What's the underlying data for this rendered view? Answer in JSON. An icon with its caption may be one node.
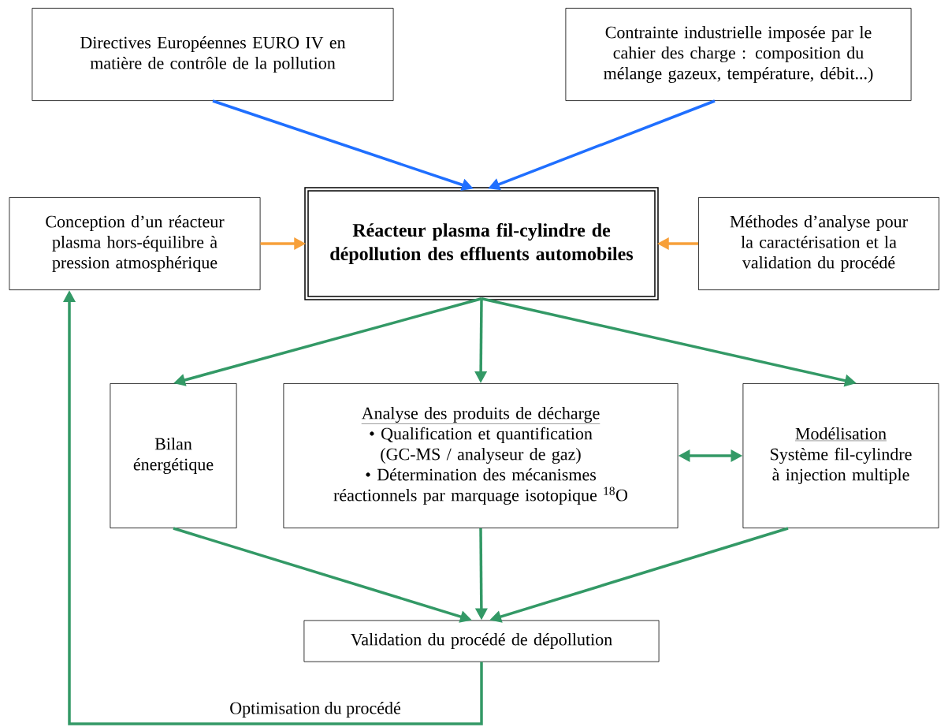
{
  "diagram": {
    "nodes": [
      {
        "text": [
          "Directives Européennes EURO IV en matière de contrôle de la pollution"
        ]
      },
      {
        "text": [
          "Contrainte industrielle imposée par le cahier des charge : composition du mélange gazeux, température, débit...)"
        ]
      },
      {
        "text": [
          "Réacteur plasma fil-cylindre de dépollution des effluents automobiles"
        ]
      },
      {
        "text": [
          "Conception d’un réacteur plasma hors-équilibre à pression atmosphérique"
        ]
      },
      {
        "text": [
          "Méthodes d’analyse pour la caractérisation et la validation du procédé"
        ]
      },
      {
        "text": [
          "Bilan énergétique"
        ]
      },
      {
        "text": [
          "Analyse des produits de décharge",
          "• Qualification et quantification (GC-MS / analyseur de gaz)",
          "• Détermination des mécanismes réactionnels par marquage isotopique $^{18}$O"
        ]
      },
      {
        "text": [
          "Modélisation",
          "Système fil-cylindre à injection multiple"
        ]
      },
      {
        "text": [
          "Validation du procédé de dépollution"
        ]
      }
    ],
    "edges": [
      {
        "from": 0,
        "to": 2,
        "arrow": "to",
        "color": "#1f6fff"
      },
      {
        "from": 1,
        "to": 2,
        "arrow": "to",
        "color": "#1f6fff"
      },
      {
        "from": 3,
        "to": 2,
        "arrow": "to",
        "color": "#f7a03a"
      },
      {
        "from": 4,
        "to": 2,
        "arrow": "to",
        "color": "#f7a03a"
      },
      {
        "from": 2,
        "to": 5,
        "arrow": "to"
      },
      {
        "from": 2,
        "to": 6,
        "arrow": "to"
      },
      {
        "from": 2,
        "to": 7,
        "arrow": "to"
      },
      {
        "from": 6,
        "to": 7,
        "arrow": "both"
      },
      {
        "from": 5,
        "to": 8,
        "arrow": "to"
      },
      {
        "from": 6,
        "to": 8,
        "arrow": "to"
      },
      {
        "from": 7,
        "to": 8,
        "arrow": "to"
      },
      {
        "from": 8,
        "to": 3,
        "arrow": "to",
        "label": "Optimisation du procédé"
      }
    ]
  }
}
